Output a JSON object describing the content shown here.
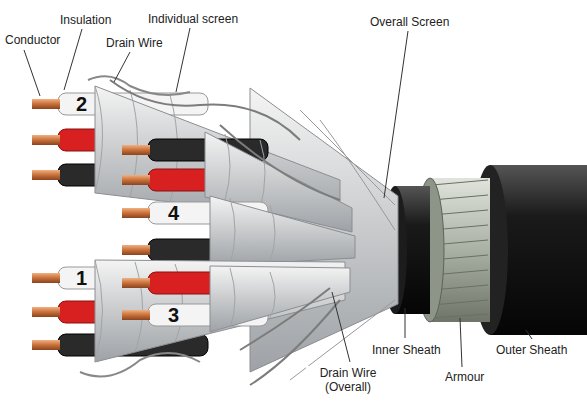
{
  "diagram": {
    "labels": [
      "Conductor",
      "Insulation",
      "Individual screen",
      "Drain Wire",
      "Overall Screen",
      "2",
      "4",
      "1",
      "3",
      "Inner Sheath",
      "Drain Wire (Overall)",
      "Armour",
      "Outer Sheath"
    ]
  }
}
